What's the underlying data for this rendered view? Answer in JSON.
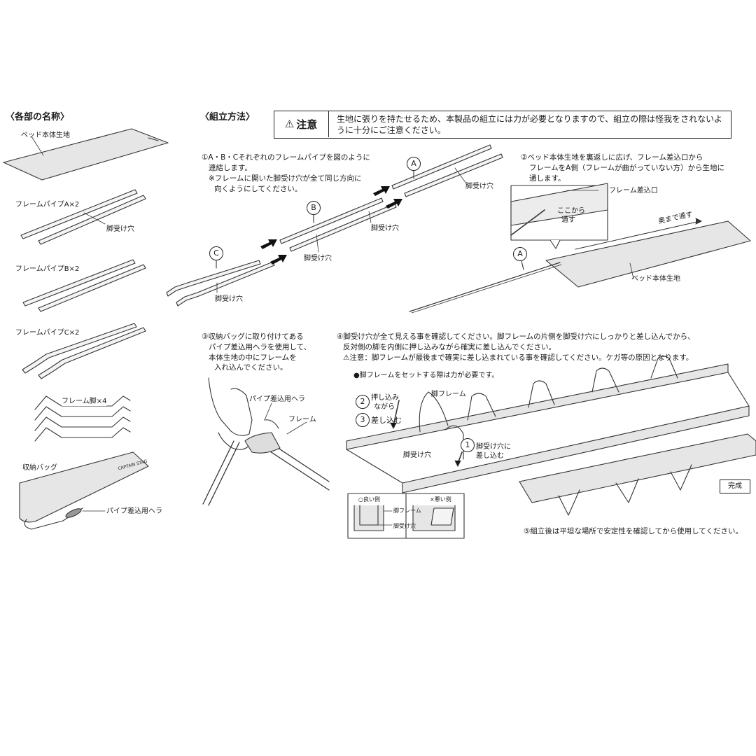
{
  "sections": {
    "parts_title": "〈各部の名称〉",
    "assembly_title": "〈組立方法〉"
  },
  "caution": {
    "label": "注意",
    "icon": "warning-triangle-icon",
    "text": "生地に張りを持たせるため、本製品の組立には力が必要となりますので、組立の際は怪我をされないように十分にご注意ください。"
  },
  "parts": {
    "bed_fabric": "ベッド本体生地",
    "pipe_a": "フレームパイプA×2",
    "leg_hole": "脚受け穴",
    "pipe_b": "フレームパイプB×2",
    "pipe_c": "フレームパイプC×2",
    "legs": "フレーム脚×4",
    "bag": "収納バッグ",
    "bag_brand": "CAPTAIN STAG",
    "spatula": "パイプ差込用ヘラ"
  },
  "steps": {
    "s1_line1": "①A・B・Cそれぞれのフレームパイプを図のように",
    "s1_line2": "連結します。",
    "s1_line3": "※フレームに開いた脚受け穴が全て同じ方向に",
    "s1_line4": "向くようにしてください。",
    "s1_labels": {
      "a": "A",
      "b": "B",
      "c": "C",
      "hole": "脚受け穴"
    },
    "s2_line1": "②ベッド本体生地を裏返しに広げ、フレーム差込口から",
    "s2_line2": "フレームをA側（フレームが曲がっていない方）から生地に",
    "s2_line3": "通します。",
    "s2_labels": {
      "inlet": "フレーム差込口",
      "from_here_1": "ここから",
      "from_here_2": "通す",
      "to_back": "奥まで通す",
      "fabric": "ベッド本体生地",
      "a": "A"
    },
    "s3_line1": "③収納バッグに取り付けてある",
    "s3_line2": "パイプ差込用ヘラを使用して、",
    "s3_line3": "本体生地の中にフレームを",
    "s3_line4": "入れ込んでください。",
    "s3_labels": {
      "spatula": "パイプ差込用ヘラ",
      "frame": "フレーム"
    },
    "s4_line1": "④脚受け穴が全て見える事を確認してください。脚フレームの片側を脚受け穴にしっかりと差し込んでから、",
    "s4_line2": "反対側の脚を内側に押し込みながら確実に差し込んでください。",
    "s4_line3": "⚠注意：脚フレームが最後まで確実に差し込まれている事を確認してください。ケガ等の原因となります。",
    "s4_note": "●脚フレームをセットする際は力が必要です。",
    "s4_labels": {
      "n2": "2",
      "push_1": "押し込み",
      "push_2": "ながら",
      "n3": "3",
      "insert": "差し込む",
      "leg_frame": "脚フレーム",
      "leg_hole": "脚受け穴",
      "n1": "1",
      "insert_hole_1": "脚受け穴に",
      "insert_hole_2": "差し込む",
      "good": "○良い例",
      "bad": "×悪い例",
      "detail_frame": "脚フレーム",
      "detail_hole": "脚受け穴"
    },
    "done": "完成",
    "s5": "⑤組立後は平坦な場所で安定性を確認してから使用してください。"
  }
}
